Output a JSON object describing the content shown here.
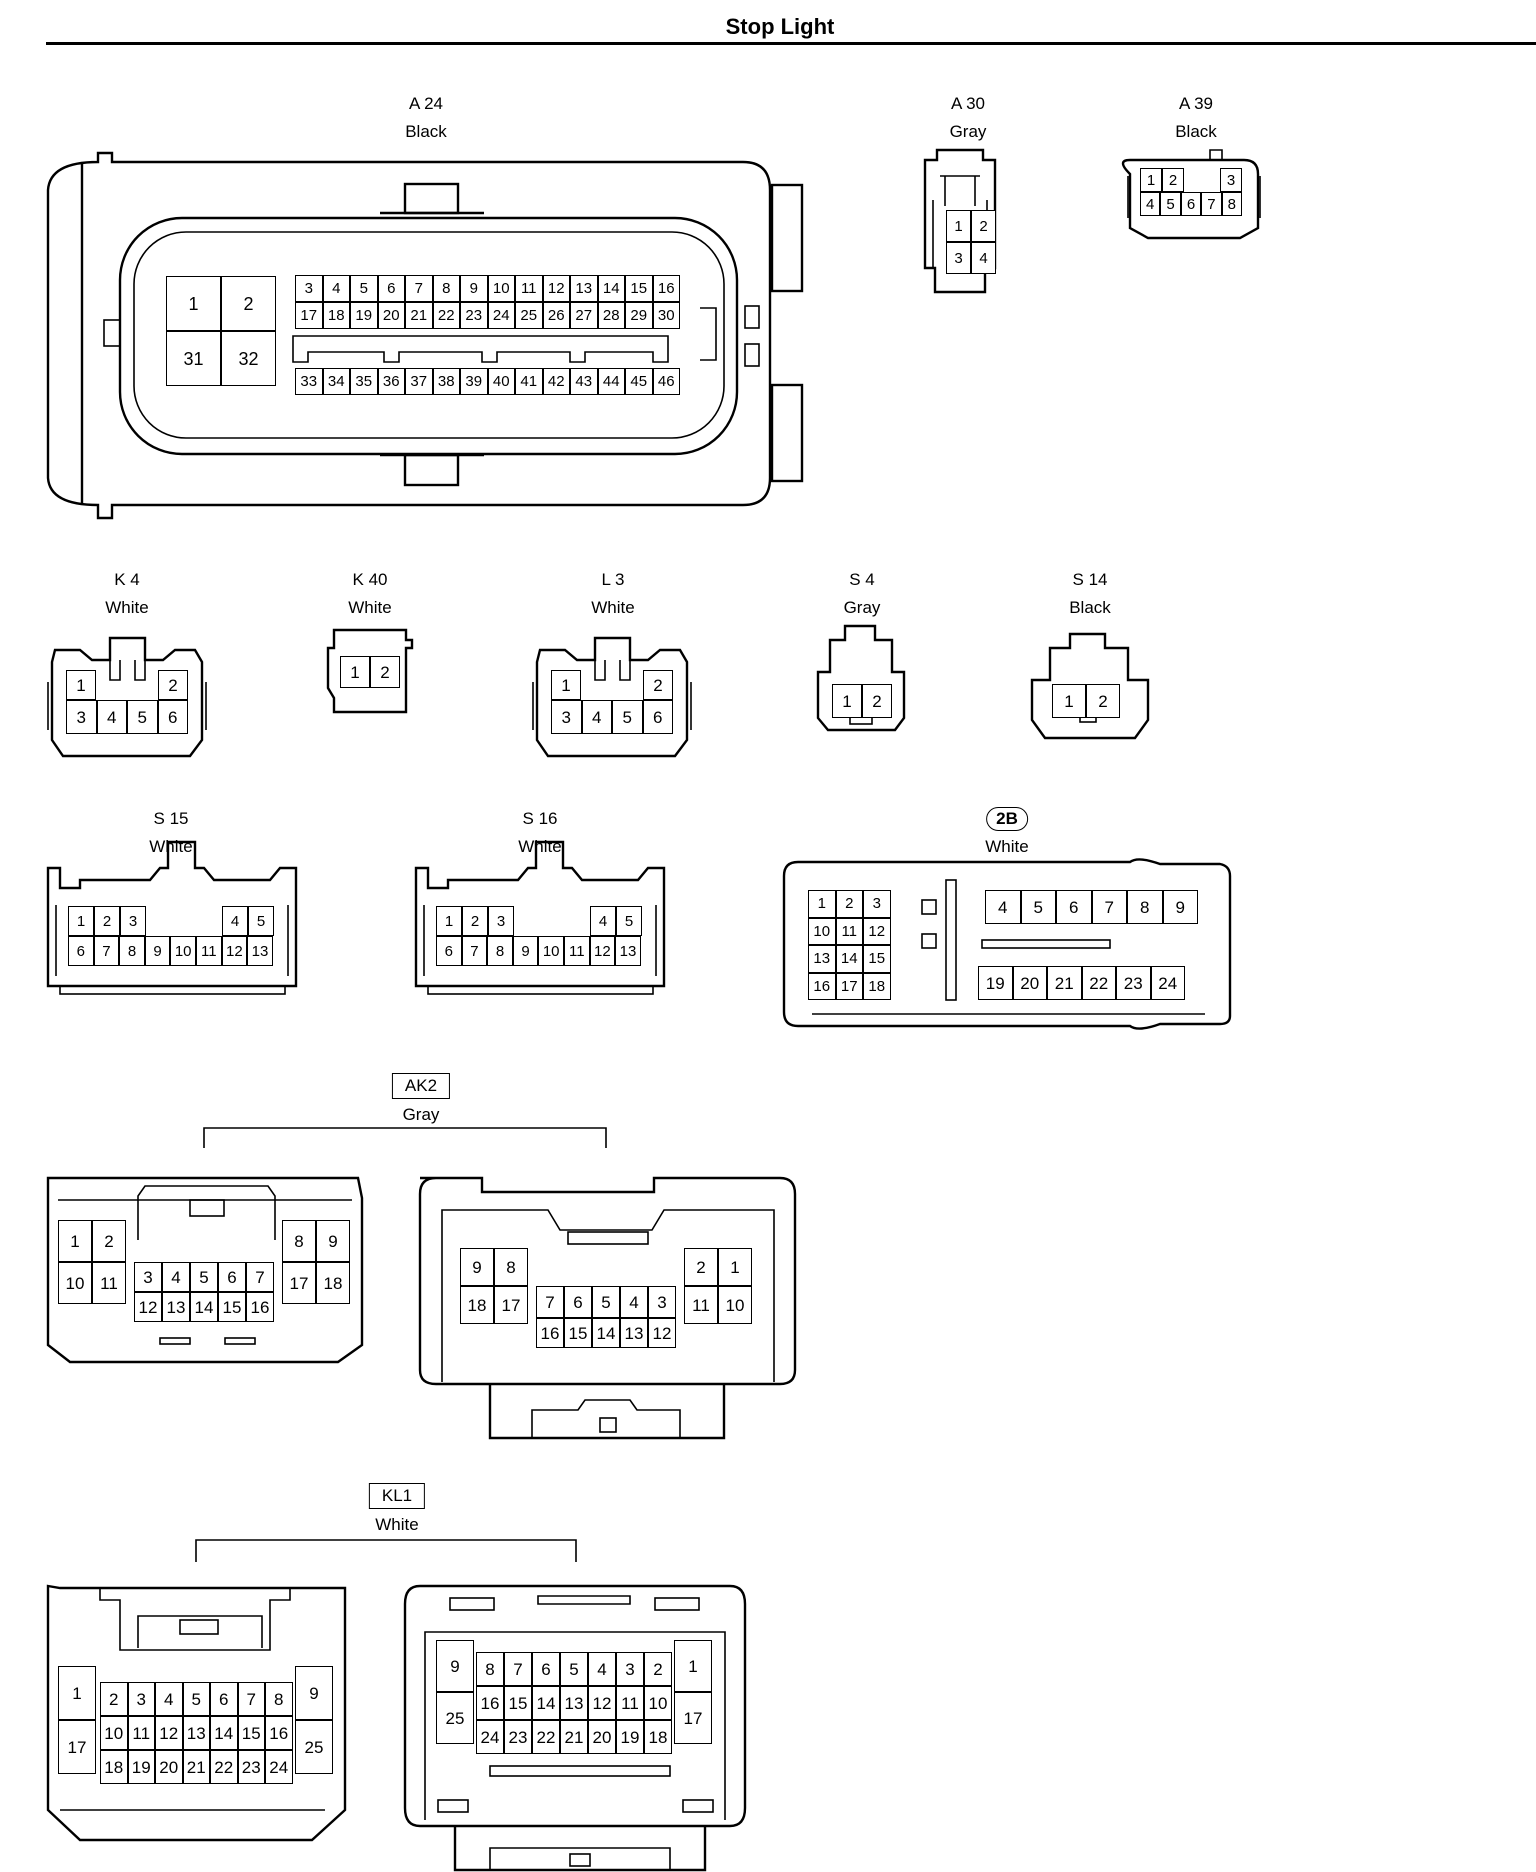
{
  "page": {
    "title": "Stop Light"
  },
  "connectors": {
    "A24": {
      "code": "A 24",
      "color": "Black"
    },
    "A30": {
      "code": "A 30",
      "color": "Gray"
    },
    "A39": {
      "code": "A 39",
      "color": "Black"
    },
    "K4": {
      "code": "K 4",
      "color": "White"
    },
    "K40": {
      "code": "K 40",
      "color": "White"
    },
    "L3": {
      "code": "L 3",
      "color": "White"
    },
    "S4": {
      "code": "S 4",
      "color": "Gray"
    },
    "S14": {
      "code": "S 14",
      "color": "Black"
    },
    "S15": {
      "code": "S 15",
      "color": "White"
    },
    "S16": {
      "code": "S 16",
      "color": "White"
    },
    "C2B": {
      "code": "2B",
      "color": "White"
    },
    "AK2": {
      "code": "AK2",
      "color": "Gray"
    },
    "KL1": {
      "code": "KL1",
      "color": "White"
    }
  },
  "pins": {
    "A24": [
      "1",
      "2",
      "31",
      "32",
      "3",
      "4",
      "5",
      "6",
      "7",
      "8",
      "9",
      "10",
      "11",
      "12",
      "13",
      "14",
      "15",
      "16",
      "17",
      "18",
      "19",
      "20",
      "21",
      "22",
      "23",
      "24",
      "25",
      "26",
      "27",
      "28",
      "29",
      "30",
      "33",
      "34",
      "35",
      "36",
      "37",
      "38",
      "39",
      "40",
      "41",
      "42",
      "43",
      "44",
      "45",
      "46"
    ],
    "A30": [
      "1",
      "2",
      "3",
      "4"
    ],
    "A39": [
      "1",
      "2",
      "3",
      "4",
      "5",
      "6",
      "7",
      "8"
    ],
    "K4": [
      "1",
      "2",
      "3",
      "4",
      "5",
      "6"
    ],
    "K40": [
      "1",
      "2"
    ],
    "L3": [
      "1",
      "2",
      "3",
      "4",
      "5",
      "6"
    ],
    "S4": [
      "1",
      "2"
    ],
    "S14": [
      "1",
      "2"
    ],
    "S15": [
      "1",
      "2",
      "3",
      "4",
      "5",
      "6",
      "7",
      "8",
      "9",
      "10",
      "11",
      "12",
      "13"
    ],
    "S16": [
      "1",
      "2",
      "3",
      "4",
      "5",
      "6",
      "7",
      "8",
      "9",
      "10",
      "11",
      "12",
      "13"
    ],
    "C2B": [
      "1",
      "2",
      "3",
      "10",
      "11",
      "12",
      "13",
      "14",
      "15",
      "16",
      "17",
      "18",
      "4",
      "5",
      "6",
      "7",
      "8",
      "9",
      "19",
      "20",
      "21",
      "22",
      "23",
      "24"
    ],
    "AK2_left": [
      "1",
      "2",
      "10",
      "11",
      "8",
      "9",
      "17",
      "18",
      "3",
      "4",
      "5",
      "6",
      "7",
      "12",
      "13",
      "14",
      "15",
      "16"
    ],
    "AK2_right": [
      "9",
      "8",
      "18",
      "17",
      "2",
      "1",
      "11",
      "10",
      "7",
      "6",
      "5",
      "4",
      "3",
      "16",
      "15",
      "14",
      "13",
      "12"
    ],
    "KL1_left": [
      "1",
      "17",
      "9",
      "25",
      "2",
      "3",
      "4",
      "5",
      "6",
      "7",
      "8",
      "10",
      "11",
      "12",
      "13",
      "14",
      "15",
      "16",
      "18",
      "19",
      "20",
      "21",
      "22",
      "23",
      "24"
    ],
    "KL1_right": [
      "9",
      "25",
      "1",
      "17",
      "8",
      "7",
      "6",
      "5",
      "4",
      "3",
      "2",
      "16",
      "15",
      "14",
      "13",
      "12",
      "11",
      "10",
      "24",
      "23",
      "22",
      "21",
      "20",
      "19",
      "18"
    ]
  }
}
